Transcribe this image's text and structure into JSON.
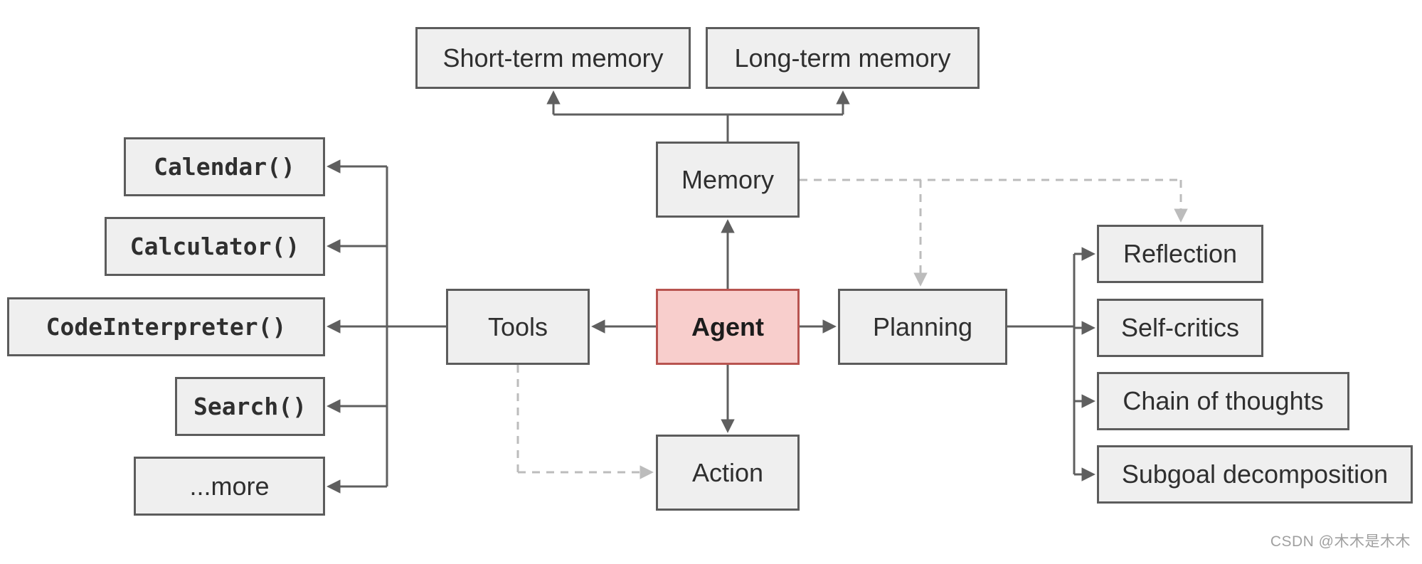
{
  "memory": {
    "label": "Memory",
    "short_term": "Short-term memory",
    "long_term": "Long-term memory"
  },
  "agent": {
    "label": "Agent"
  },
  "tools": {
    "label": "Tools",
    "items": [
      "Calendar()",
      "Calculator()",
      "CodeInterpreter()",
      "Search()",
      "...more"
    ]
  },
  "planning": {
    "label": "Planning",
    "items": [
      "Reflection",
      "Self-critics",
      "Chain of thoughts",
      "Subgoal decomposition"
    ]
  },
  "action": {
    "label": "Action"
  },
  "watermark": {
    "text": "CSDN @木木是木木"
  },
  "colors": {
    "box_fill": "#efefef",
    "box_border": "#5c5c5c",
    "agent_fill": "#f8cecc",
    "agent_border": "#b85450",
    "arrow": "#5f5f5f",
    "arrow_dashed": "#bcbcbc",
    "text": "#2f2f2f",
    "watermark": "#a0a0a0"
  }
}
